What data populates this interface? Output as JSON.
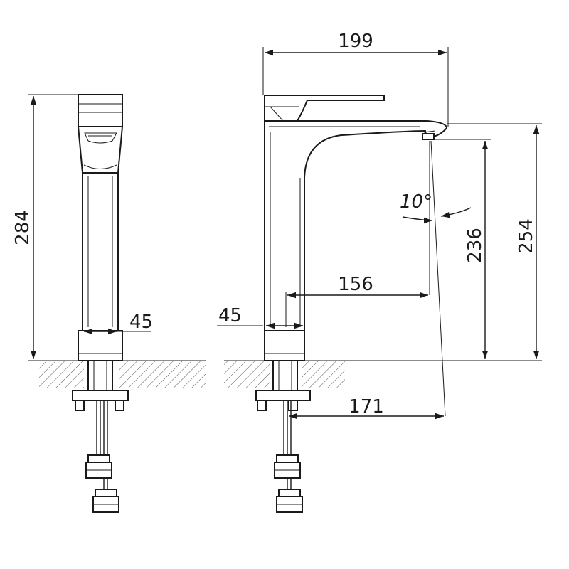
{
  "dimensions": {
    "front_height": "284",
    "front_width": "45",
    "side_width": "45",
    "top_length": "199",
    "spout_reach": "156",
    "spout_height": "236",
    "total_height": "254",
    "spout_angle": "10°",
    "base_offset": "171"
  },
  "colors": {
    "line": "#1a1a1a",
    "hatch": "#555555",
    "background": "#ffffff"
  }
}
